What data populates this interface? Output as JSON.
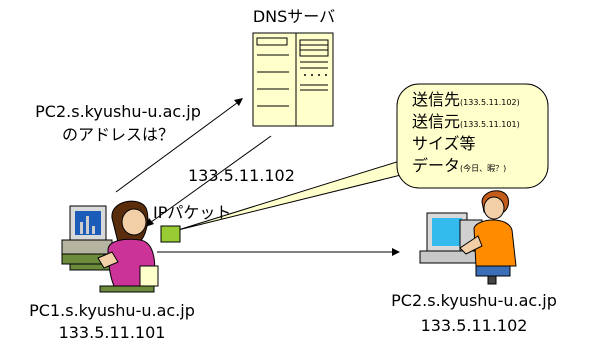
{
  "dns_server": {
    "label": "DNSサーバ"
  },
  "query": {
    "line1": "PC2.s.kyushu-u.ac.jp",
    "line2": "のアドレスは？"
  },
  "reply": {
    "address": "133.5.11.102"
  },
  "packet": {
    "label": "IPパケット"
  },
  "callout": {
    "lines": [
      {
        "main": "送信先",
        "small": "(133.5.11.102)"
      },
      {
        "main": "送信元",
        "small": "(133.5.11.101)"
      },
      {
        "main": "サイズ等",
        "small": ""
      },
      {
        "main": "データ",
        "small": "(今日、暇？)"
      }
    ]
  },
  "pc1": {
    "host": "PC1.s.kyushu-u.ac.jp",
    "ip": "133.5.11.101"
  },
  "pc2": {
    "host": "PC2.s.kyushu-u.ac.jp",
    "ip": "133.5.11.102"
  },
  "colors": {
    "callout_fill": "#ffffcc",
    "packet_fill": "#99cc33",
    "line": "#000000"
  }
}
